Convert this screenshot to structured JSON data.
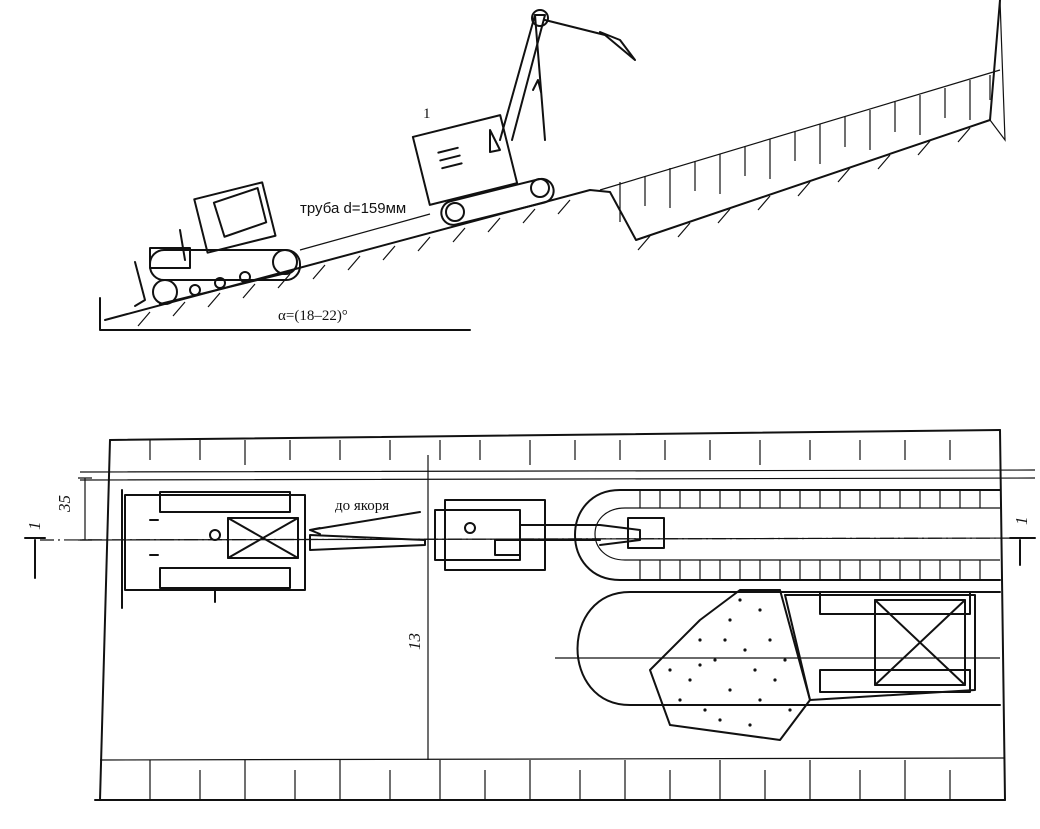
{
  "labels": {
    "pipe": "труба d=159мм",
    "angle": "α=(18–22)°",
    "to_anchor": "до якоря",
    "dim_35": "35",
    "dim_13": "13",
    "section_left": "1",
    "section_right": "1",
    "excavator_mark": "1"
  },
  "icons": {
    "bulldozer": "bulldozer-icon",
    "excavator": "excavator-icon",
    "crane_plan": "crawler-crane-icon",
    "rock_pile": "rock-pile-icon"
  }
}
